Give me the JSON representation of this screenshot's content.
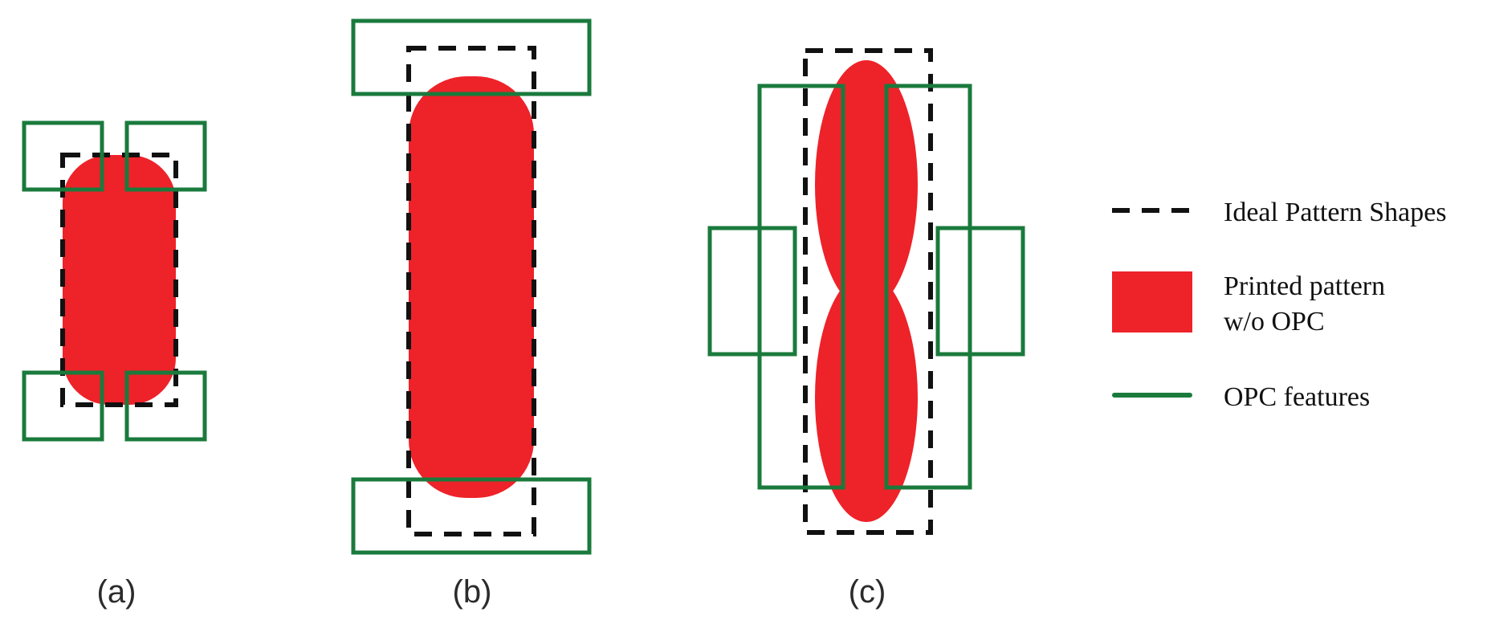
{
  "colors": {
    "printed": "#ee2229",
    "opc": "#1a7a3c",
    "ideal": "#111111"
  },
  "panels": [
    {
      "id": "a",
      "label": "(a)"
    },
    {
      "id": "b",
      "label": "(b)"
    },
    {
      "id": "c",
      "label": "(c)"
    }
  ],
  "legend": {
    "ideal": "Ideal Pattern Shapes",
    "printed_line1": "Printed pattern",
    "printed_line2": "w/o OPC",
    "opc": "OPC features"
  }
}
